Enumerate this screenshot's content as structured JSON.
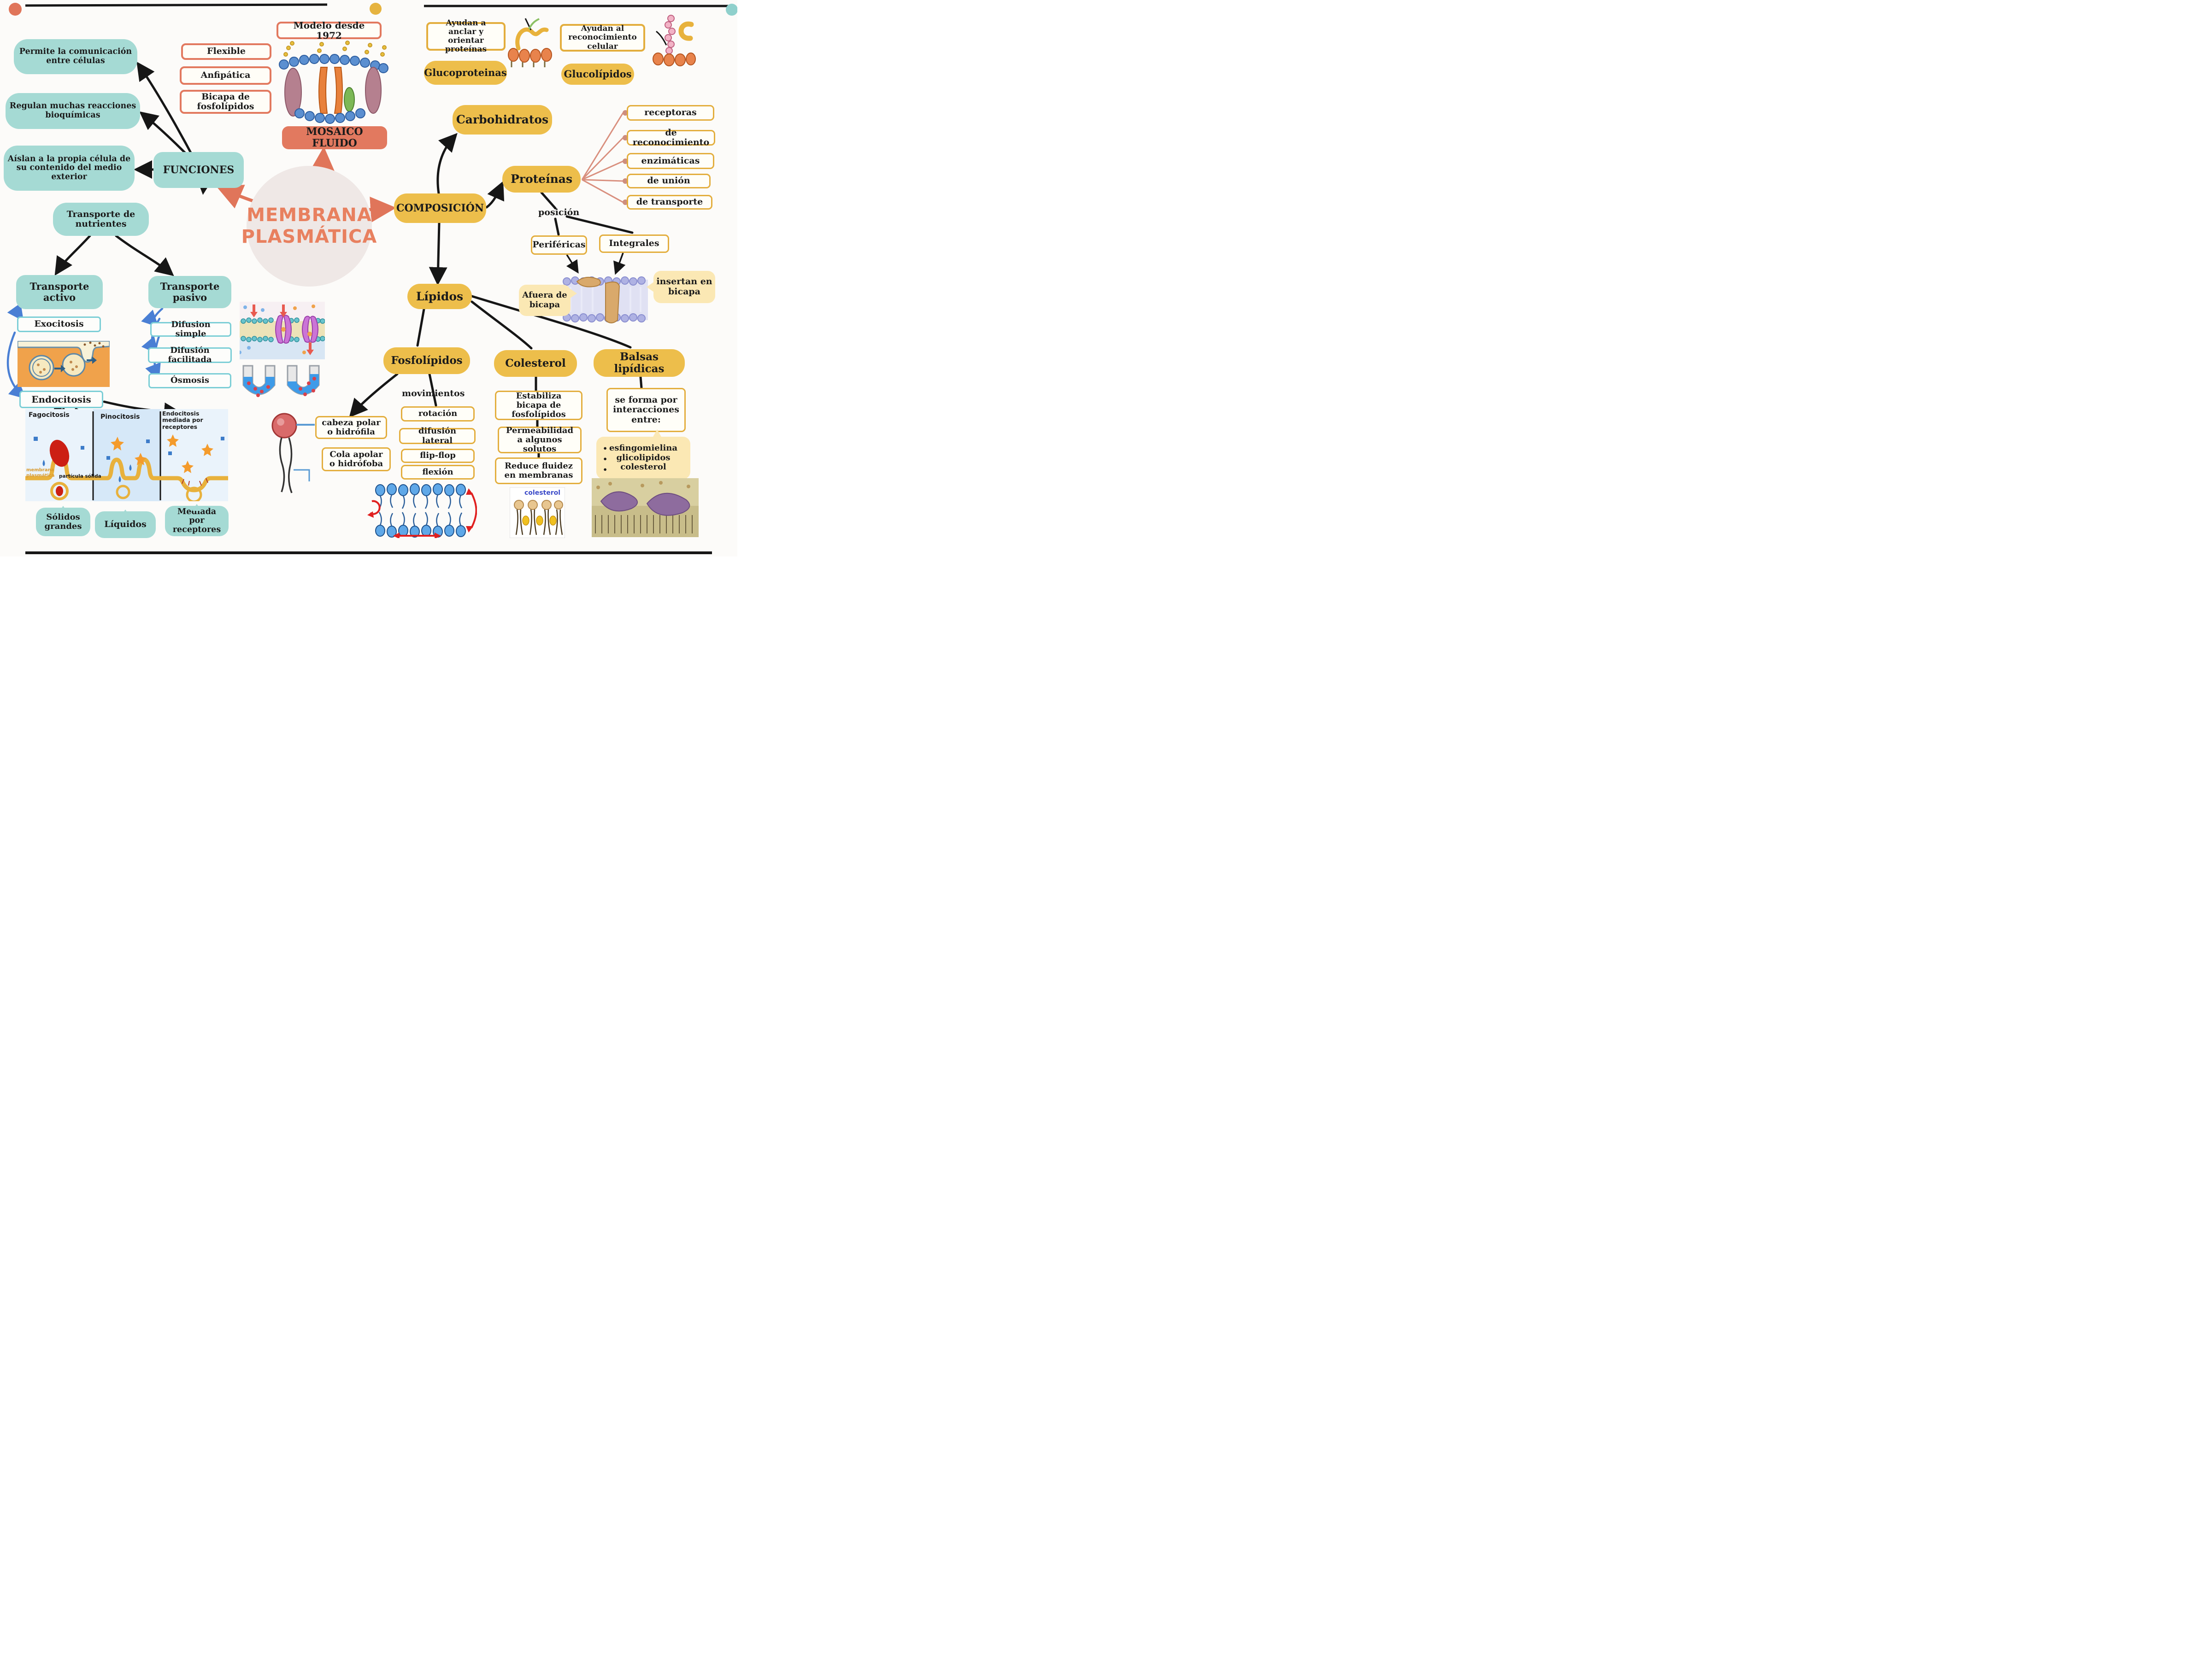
{
  "header": {
    "title_line1": "MEMBRANA",
    "title_line2": "PLASMÁTICA"
  },
  "funciones": {
    "label": "FUNCIONES",
    "items": [
      "Permite la comunicación entre células",
      "Regulan muchas reacciones bioquímicas",
      "Aíslan a la propia célula de su contenido del medio exterior"
    ]
  },
  "modelo": {
    "titulo": "Modelo desde 1972",
    "propiedades": [
      "Flexible",
      "Anfipática",
      "Bicapa de fosfolípidos"
    ],
    "mosaico": "MOSAICO FLUIDO"
  },
  "transporte": {
    "root": "Transporte de nutrientes",
    "activo": "Transporte activo",
    "pasivo": "Transporte pasivo",
    "exocitosis": "Exocitosis",
    "endocitosis": "Endocitosis",
    "pasivo_tipos": [
      "Difusion simple",
      "Difusión facilitada",
      "Ósmosis"
    ],
    "endo_tipos": [
      "Fagocitosis",
      "Pinocitosis",
      "Endocitosis mediada por receptores"
    ],
    "endo_resultados": [
      "Sólidos grandes",
      "Líquidos",
      "Mediada por receptores"
    ],
    "fago_nota": "partícula sólida",
    "membrana_nota": "membrana plasmática"
  },
  "composicion": {
    "label": "COMPOSICIÓN",
    "carbohidratos": "Carbohidratos",
    "proteinas": "Proteínas",
    "lipidos": "Lípidos"
  },
  "carbohidratos": {
    "glucoproteinas": {
      "label": "Glucoproteinas",
      "nota": "Ayudan a anclar y orientar proteínas"
    },
    "glucolipidos": {
      "label": "Glucolípidos",
      "nota": "Ayudan al reconocimiento celular"
    }
  },
  "proteinas": {
    "tipos": [
      "receptoras",
      "de reconocimiento",
      "enzimáticas",
      "de unión",
      "de transporte"
    ],
    "posicion_label": "posición",
    "perifericas": "Periféricas",
    "integrales": "Integrales",
    "afuera_nota": "Afuera de bicapa",
    "insertan_nota": "insertan en bicapa"
  },
  "fosfolipidos": {
    "label": "Fosfolípidos",
    "movimientos_label": "movimientos",
    "movimientos": [
      "rotación",
      "difusión lateral",
      "flip-flop",
      "flexión"
    ],
    "cabeza": "cabeza polar o hidrófila",
    "cola": "Cola apolar o hidrófoba"
  },
  "colesterol": {
    "label": "Colesterol",
    "funciones": [
      "Estabiliza bicapa de fosfolípidos",
      "Permeabilidad a algunos solutos",
      "Reduce fluidez en membranas"
    ],
    "imagen_label": "colesterol"
  },
  "balsas": {
    "label": "Balsas lipídicas",
    "nota": "se forma por interacciones entre:",
    "componentes": [
      "esfingomielina",
      "glicolipidos",
      "colesterol"
    ]
  },
  "colors": {
    "teal": "#A5DAD4",
    "teal_border": "#7BCED6",
    "yellow_node": "#EDBE4B",
    "yellow_border": "#E3AE3E",
    "salmon": "#E2795F",
    "speech_yellow": "#FBE8B4",
    "blue_arrow": "#4A7FD4",
    "title_text": "#E8805F",
    "black_line": "#161616"
  }
}
